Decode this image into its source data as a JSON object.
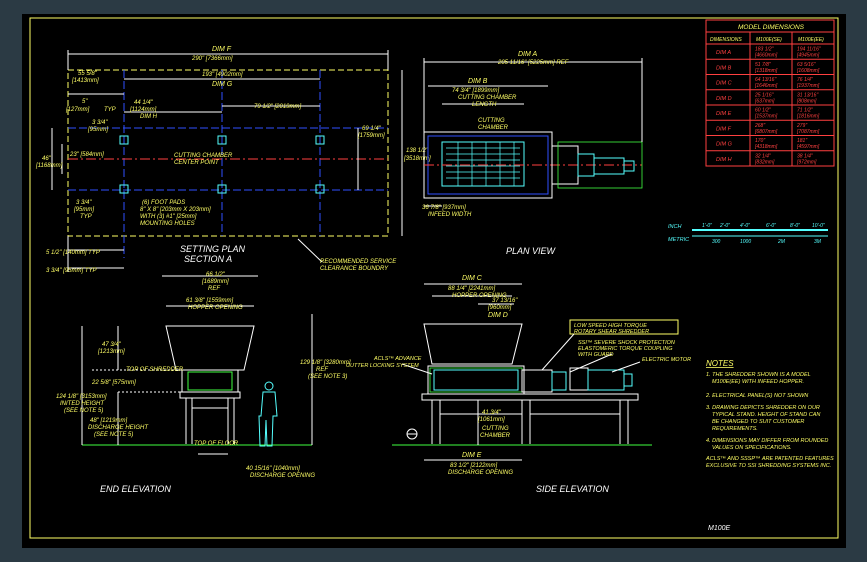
{
  "plans": {
    "setting_plan": {
      "title": "SETTING PLAN",
      "subtitle": "SECTION A"
    },
    "plan_view": {
      "title": "PLAN VIEW"
    },
    "end_elevation": {
      "title": "END ELEVATION"
    },
    "side_elevation": {
      "title": "SIDE ELEVATION"
    }
  },
  "setting_dims": {
    "dimf": "DIM F",
    "dimf_val": "290\" [7366mm]",
    "d193": "193\" [4902mm]",
    "dimg": "DIM G",
    "d55": "55 5/8\"",
    "d55mm": "[1413mm]",
    "d5": "5\"",
    "d5mm": "[127mm]",
    "typ1": "TYP",
    "d44": "44 1/4\"",
    "d44mm": "[1124mm]",
    "dimh": "DIM H",
    "d79": "79 1/2\" [2019mm]",
    "d69": "69 1/4\"",
    "d69mm": "[1759mm]",
    "d138": "138 1/2\"",
    "d138mm": "[3518mm]",
    "d3": "3 3/4\"",
    "d3mm": "[95mm]",
    "d46": "46\"",
    "d46mm": "[1168mm]",
    "d23": "23\" [584mm]",
    "chamber1": "CUTTING CHAMBER",
    "chamber2": "CENTER POINT",
    "d334": "3 3/4\"",
    "d334mm": "[95mm]",
    "typ2": "TYP",
    "pads1": "(6) FOOT PADS",
    "pads2": "8\" X 8\" [203mm X 203mm]",
    "pads3": "WITH (3) #1\" [25mm]",
    "pads4": "MOUNTING HOLES",
    "d512": "5 1/2\" [140mm] TYP",
    "d334b": "3 3/4\" [95mm] TYP",
    "svc1": "RECOMMENDED SERVICE",
    "svc2": "CLEARANCE BOUNDRY"
  },
  "plan_dims": {
    "dima": "DIM A",
    "dima_val": "205 11/16\" [5225mm] REF",
    "dimb": "DIM B",
    "d74": "74 3/4\" [1899mm]",
    "cl1": "CUTTING CHAMBER",
    "cl2": "LENGTH",
    "cut1": "CUTTING",
    "cut2": "CHAMBER",
    "d36": "36 7/8\" [937mm]",
    "infeed": "INFEED WIDTH"
  },
  "end_dims": {
    "d66": "66 1/2\"",
    "d66mm": "[1689mm]",
    "ref": "REF",
    "d61": "61 3/8\" [1559mm]",
    "hop": "HOPPER OPENING",
    "d47": "47 3/4\"",
    "d47mm": "[1213mm]",
    "top": "TOP OF SHREDDER",
    "d22": "22 5/8\" [575mm]",
    "d124": "124 1/8\" [3153mm]",
    "inited": "INITED HEIGHT",
    "note5": "(SEE NOTE 5)",
    "d48": "48\" [1219mm]",
    "dis": "DISCHARGE HEIGHT",
    "note5b": "(SEE NOTE 5)",
    "d129": "129 1/8\" [3280mm]",
    "ref2": "REF",
    "note3": "(SEE NOTE 3)",
    "floor": "TOP OF FLOOR",
    "d40": "40 15/16\" [1040mm]",
    "disop": "DISCHARGE OPENING"
  },
  "side_dims": {
    "dimc": "DIM C",
    "d88": "88 1/4\" [2241mm]",
    "hop": "HOPPER OPENING",
    "d37": "37 13/16\"",
    "d37mm": "[960mm]",
    "dimd": "DIM D",
    "low1": "LOW SPEED HIGH TORQUE",
    "low2": "ROTARY SHEAR SHREDDER",
    "ssi1": "SSI™ SEVERE SHOCK PROTECTION",
    "ssi2": "ELASTOMERIC TORQUE COUPLING",
    "ssi3": "WITH GUARD",
    "acls1": "ACLS™ ADVANCE",
    "acls2": "CUTTER LOCKING SYSTEM",
    "motor": "ELECTRIC MOTOR",
    "d41": "41 3/4\"",
    "d41mm": "[1061mm]",
    "cut1": "CUTTING",
    "cut2": "CHAMBER",
    "dime": "DIM E",
    "d83": "83 1/2\" [2122mm]",
    "disop": "DISCHARGE OPENING"
  },
  "table": {
    "title": "MODEL DIMENSIONS",
    "headers": [
      "DIMENSIONS",
      "M100E(SE)",
      "M100E(EE)"
    ],
    "rows": [
      [
        "DIM A",
        "183 1/2\"",
        "[4660mm]",
        "194 11/16\"",
        "[4945mm]"
      ],
      [
        "DIM B",
        "51 7/8\"",
        "[1318mm]",
        "63 5/16\"",
        "[1608mm]"
      ],
      [
        "DIM C",
        "64 13/16\"",
        "[1646mm]",
        "76 1/4\"",
        "[1937mm]"
      ],
      [
        "DIM D",
        "25 1/16\"",
        "[637mm]",
        "31 13/16\"",
        "[808mm]"
      ],
      [
        "DIM E",
        "60 1/2\"",
        "[1537mm]",
        "71 1/2\"",
        "[1816mm]"
      ],
      [
        "DIM F",
        "268\"",
        "[6807mm]",
        "279\"",
        "[7087mm]"
      ],
      [
        "DIM G",
        "170\"",
        "[4318mm]",
        "181\"",
        "[4597mm]"
      ],
      [
        "DIM H",
        "32 1/4\"",
        "[832mm]",
        "38 1/4\"",
        "[972mm]"
      ]
    ]
  },
  "scale": {
    "imperial": "INCH",
    "metric": "METRIC",
    "ticks_in": [
      "1'-0\"",
      "2'-0\"",
      "4'-0\"",
      "6'-0\"",
      "8'-0\"",
      "10'-0\""
    ],
    "ticks_mm": [
      "300",
      "1000",
      "2M",
      "3M"
    ]
  },
  "notes": {
    "title": "NOTES",
    "items": [
      "1. THE SHREDDER SHOWN IS A MODEL M100E(EE) WITH INFEED HOPPER.",
      "2. ELECTRICAL PANEL(S) NOT SHOWN",
      "3. DRAWING DEPICTS SHREDDER ON OUR TYPICAL STAND. HEIGHT OF STAND CAN BE CHANGED TO SUIT CUSTOMER REQUIREMENTS.",
      "4. DIMENSIONS MAY DIFFER FROM ROUNDED VALUES ON SPECIFICATIONS.",
      "ACLS™ AND SSSP™ ARE PATENTED FEATURES EXCLUSIVE TO SSI SHREDDING SYSTEMS INC."
    ]
  },
  "model": "M100E",
  "colors": {
    "frame": "#ffff66",
    "cad_bg": "#000000",
    "outer_bg": "#2b3a44",
    "cyan": "#55ffff",
    "red": "#ff4040",
    "blue": "#3050ff",
    "green": "#40ff40"
  }
}
